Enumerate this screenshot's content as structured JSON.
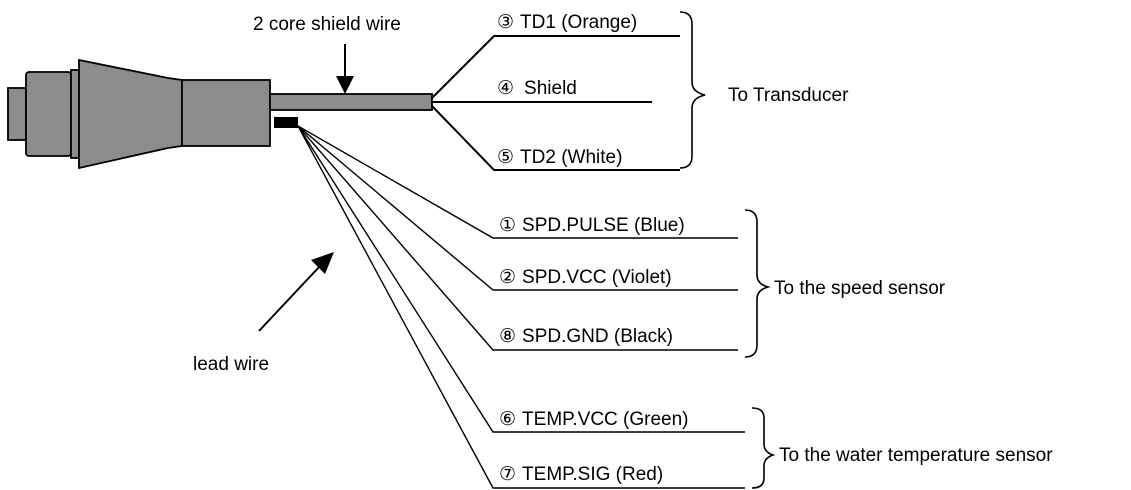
{
  "colors": {
    "connector": "#8c8c8c",
    "line": "#000000",
    "background": "#ffffff"
  },
  "labels": {
    "shield_cable": "2 core shield wire",
    "lead_wire": "lead wire"
  },
  "transducer_wires": [
    {
      "number": "③",
      "name": "TD1 (Orange)"
    },
    {
      "number": "④",
      "name": "Shield"
    },
    {
      "number": "⑤",
      "name": "TD2 (White)"
    }
  ],
  "speed_wires": [
    {
      "number": "①",
      "name": "SPD.PULSE (Blue)"
    },
    {
      "number": "②",
      "name": "SPD.VCC (Violet)"
    },
    {
      "number": "⑧",
      "name": "SPD.GND (Black)"
    }
  ],
  "temp_wires": [
    {
      "number": "⑥",
      "name": "TEMP.VCC (Green)"
    },
    {
      "number": "⑦",
      "name": "TEMP.SIG (Red)"
    }
  ],
  "groups": {
    "transducer": "To Transducer",
    "speed": "To the speed sensor",
    "temp": "To the water temperature sensor"
  }
}
